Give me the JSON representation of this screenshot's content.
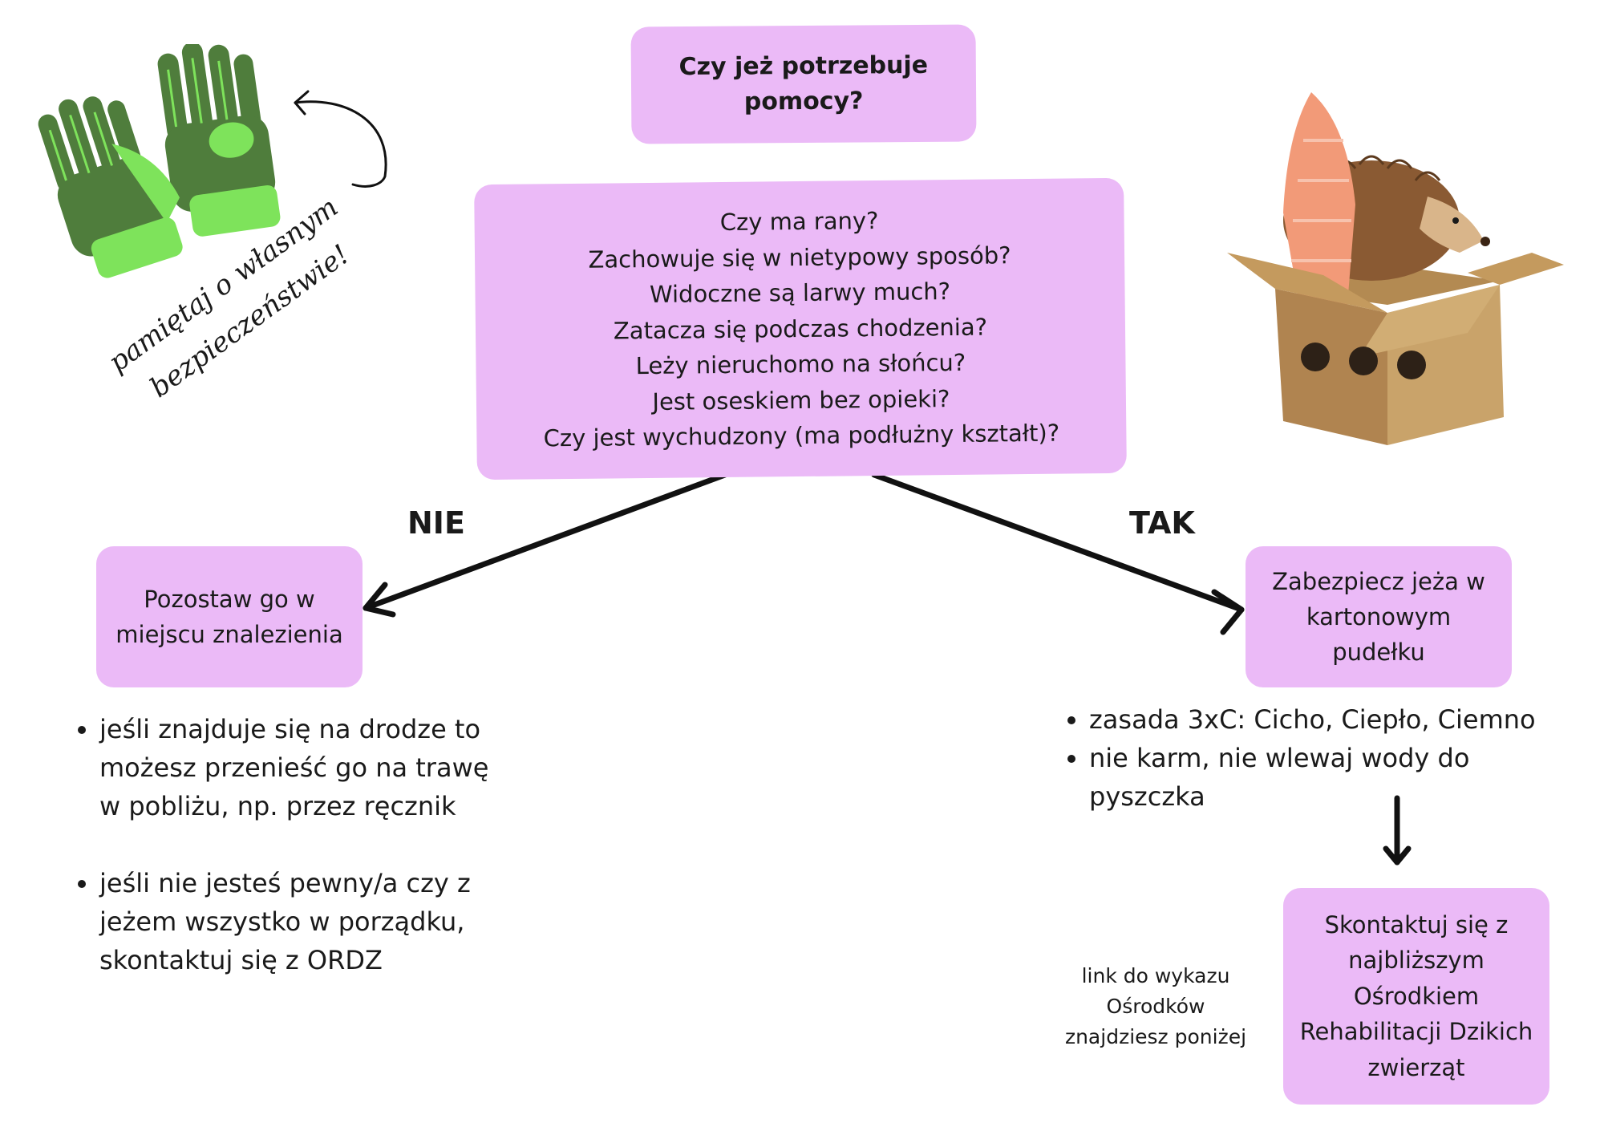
{
  "title": {
    "lines": [
      "Czy jeż potrzebuje",
      "pomocy?"
    ]
  },
  "questions": {
    "lines": [
      "Czy ma rany?",
      "Zachowuje się w nietypowy sposób?",
      "Widoczne są larwy much?",
      "Zatacza się podczas chodzenia?",
      "Leży nieruchomo na słońcu?",
      "Jest oseskiem bez opieki?",
      "Czy jest wychudzony (ma podłużny kształt)?"
    ]
  },
  "branches": {
    "no_label": "NIE",
    "yes_label": "TAK"
  },
  "no_action": {
    "lines": [
      "Pozostaw go w",
      "miejscu znalezienia"
    ]
  },
  "no_tips": [
    {
      "lines": [
        "jeśli znajduje się na drodze to",
        "możesz przenieść go na trawę",
        "w pobliżu, np. przez ręcznik"
      ]
    },
    {
      "lines": [
        "jeśli nie jesteś pewny/a czy z",
        "jeżem wszystko w porządku,",
        "skontaktuj się z ORDZ"
      ]
    }
  ],
  "yes_action": {
    "lines": [
      "Zabezpiecz jeża w",
      "kartonowym",
      "pudełku"
    ]
  },
  "yes_tips": [
    {
      "lines": [
        "zasada 3xC: Cicho, Ciepło, Ciemno"
      ]
    },
    {
      "lines": [
        "nie karm, nie wlewaj wody do",
        "pyszczka"
      ]
    }
  ],
  "contact": {
    "lines": [
      "Skontaktuj się z",
      "najbliższym",
      "Ośrodkiem",
      "Rehabilitacji Dzikich",
      "zwierząt"
    ]
  },
  "side_note": {
    "lines": [
      "link do wykazu",
      "Ośrodków",
      "znajdziesz poniżej"
    ]
  },
  "safety_note": {
    "lines": [
      "pamiętaj o własnym",
      "bezpieczeństwie!"
    ]
  },
  "colors": {
    "box_fill": "#ebbaf7",
    "glove_dark": "#4f7d3c",
    "glove_light": "#7ee35b",
    "box_cardboard": "#c9a36a",
    "towel": "#f29a78",
    "hedgehog": "#8a5a33"
  },
  "icons": [
    "gloves-icon",
    "hedgehog-in-box-icon"
  ]
}
